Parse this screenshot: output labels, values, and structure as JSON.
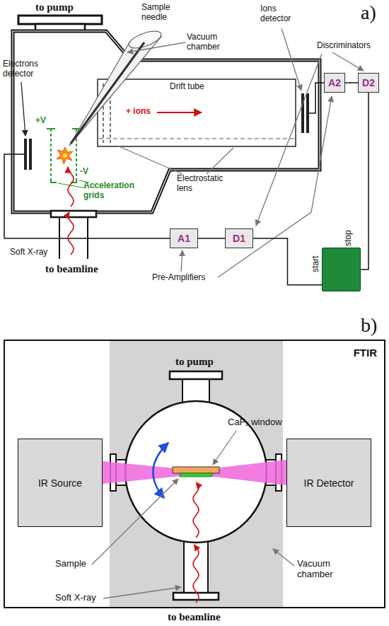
{
  "diagram": {
    "nodes": [
      {
        "text": [
          "A2"
        ]
      },
      {
        "text": [
          "D2"
        ]
      },
      {
        "text": [
          "start",
          "stop"
        ]
      },
      {
        "text": [
          "A1"
        ]
      },
      {
        "text": [
          "D1"
        ]
      },
      {
        "text": [
          "FTIR"
        ]
      },
      {
        "text": [
          "IR Source"
        ],
        "in": 5
      },
      {
        "text": [
          "IR Detector"
        ],
        "in": 5
      }
    ],
    "edges": [
      {
        "from": 0,
        "to": 1,
        "arrow": "none"
      },
      {
        "from": 1,
        "to": 2,
        "arrow": "none"
      },
      {
        "from": 3,
        "to": 4,
        "arrow": "none"
      },
      {
        "from": 4,
        "to": 2,
        "arrow": "none"
      }
    ],
    "labels": [
      "a)",
      "to pump",
      "Sample needle",
      "Vacuum chamber",
      "Ions detector",
      "Discriminators",
      "Electrons detector",
      "Drift tube",
      "+ ions",
      "+V",
      "-V",
      "Electrostatic lens",
      "Acceleration grids",
      "Soft X-ray",
      "to beamline",
      "Pre-Amplifiers",
      "b)",
      "to pump",
      "CaF₂ window",
      "Sample",
      "Vacuum chamber",
      "Soft X-ray",
      "to beamline"
    ]
  }
}
